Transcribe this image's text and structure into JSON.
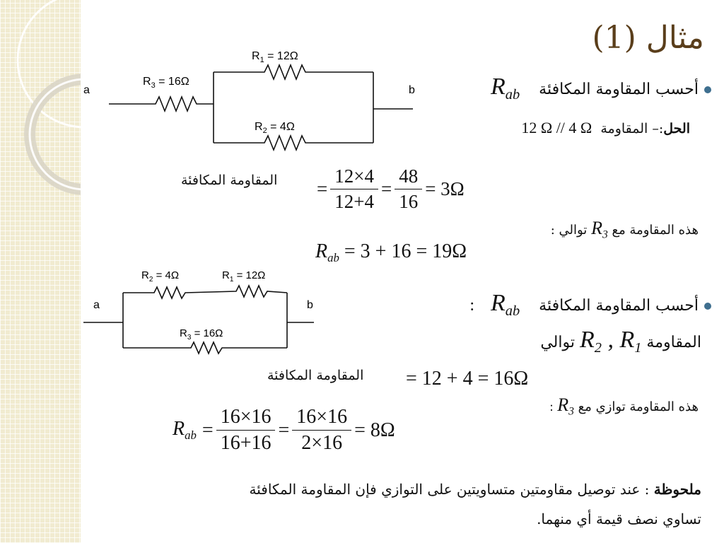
{
  "slide": {
    "title": "مثال (1)"
  },
  "circuit1": {
    "terminal_a": "a",
    "terminal_b": "b",
    "r1_label": "R",
    "r1_sub": "1",
    "r1_value": " = 12Ω",
    "r2_label": "R",
    "r2_sub": "2",
    "r2_value": " = 4Ω",
    "r3_label": "R",
    "r3_sub": "3",
    "r3_value": " = 16Ω"
  },
  "circuit2": {
    "terminal_a": "a",
    "terminal_b": "b",
    "r1_label": "R",
    "r1_sub": "1",
    "r1_value": " = 12Ω",
    "r2_label": "R",
    "r2_sub": "2",
    "r2_value": " = 4Ω",
    "r3_label": "R",
    "r3_sub": "3",
    "r3_value": " = 16Ω"
  },
  "part1": {
    "bullet_text": "أحسب المقاومة المكافئة",
    "bullet_symbol": "R",
    "bullet_symbol_sub": "ab",
    "solution_label": "الحل",
    "solution_rest": ":– المقاومة",
    "solution_expr": "12 Ω // 4 Ω",
    "equiv_label": "المقاومة المكافئة",
    "frac1_num": "12×4",
    "frac1_den": "12+4",
    "frac2_num": "48",
    "frac2_den": "16",
    "result": "= 3Ω",
    "series_note": "هذه المقاومة مع",
    "series_symbol": "R",
    "series_symbol_sub": "3",
    "series_word": "توالي :",
    "final_lhs": "R",
    "final_lhs_sub": "ab",
    "final_rhs": "= 3 + 16 = 19Ω"
  },
  "part2": {
    "bullet_text": "أحسب المقاومة المكافئة",
    "bullet_symbol": "R",
    "bullet_symbol_sub": "ab",
    "bullet_colon": ":",
    "series_prefix": "المقاومة",
    "series_symbols": "R",
    "series_r2_sub": "2",
    "series_sep": " , R",
    "series_r1_sub": "1",
    "series_word": "توالي",
    "equiv_label": "المقاومة المكافئة",
    "series_expr": "= 12 + 4 = 16Ω",
    "parallel_note": "هذه المقاومة توازي مع",
    "parallel_symbol": "R",
    "parallel_symbol_sub": "3",
    "parallel_colon": ":",
    "final_lhs": "R",
    "final_lhs_sub": "ab",
    "frac1_num": "16×16",
    "frac1_den": "16+16",
    "frac2_num": "16×16",
    "frac2_den": "2×16",
    "result": "= 8Ω"
  },
  "note": {
    "label": "ملحوظة",
    "line1": ": عند توصيل مقاومتين متساويتين على التوازي فإن المقاومة المكافئة",
    "line2": "تساوي نصف قيمة أي منهما."
  },
  "colors": {
    "title": "#5a3e1b",
    "bullet": "#3f6f8f",
    "strip": "#f1ebd0"
  }
}
